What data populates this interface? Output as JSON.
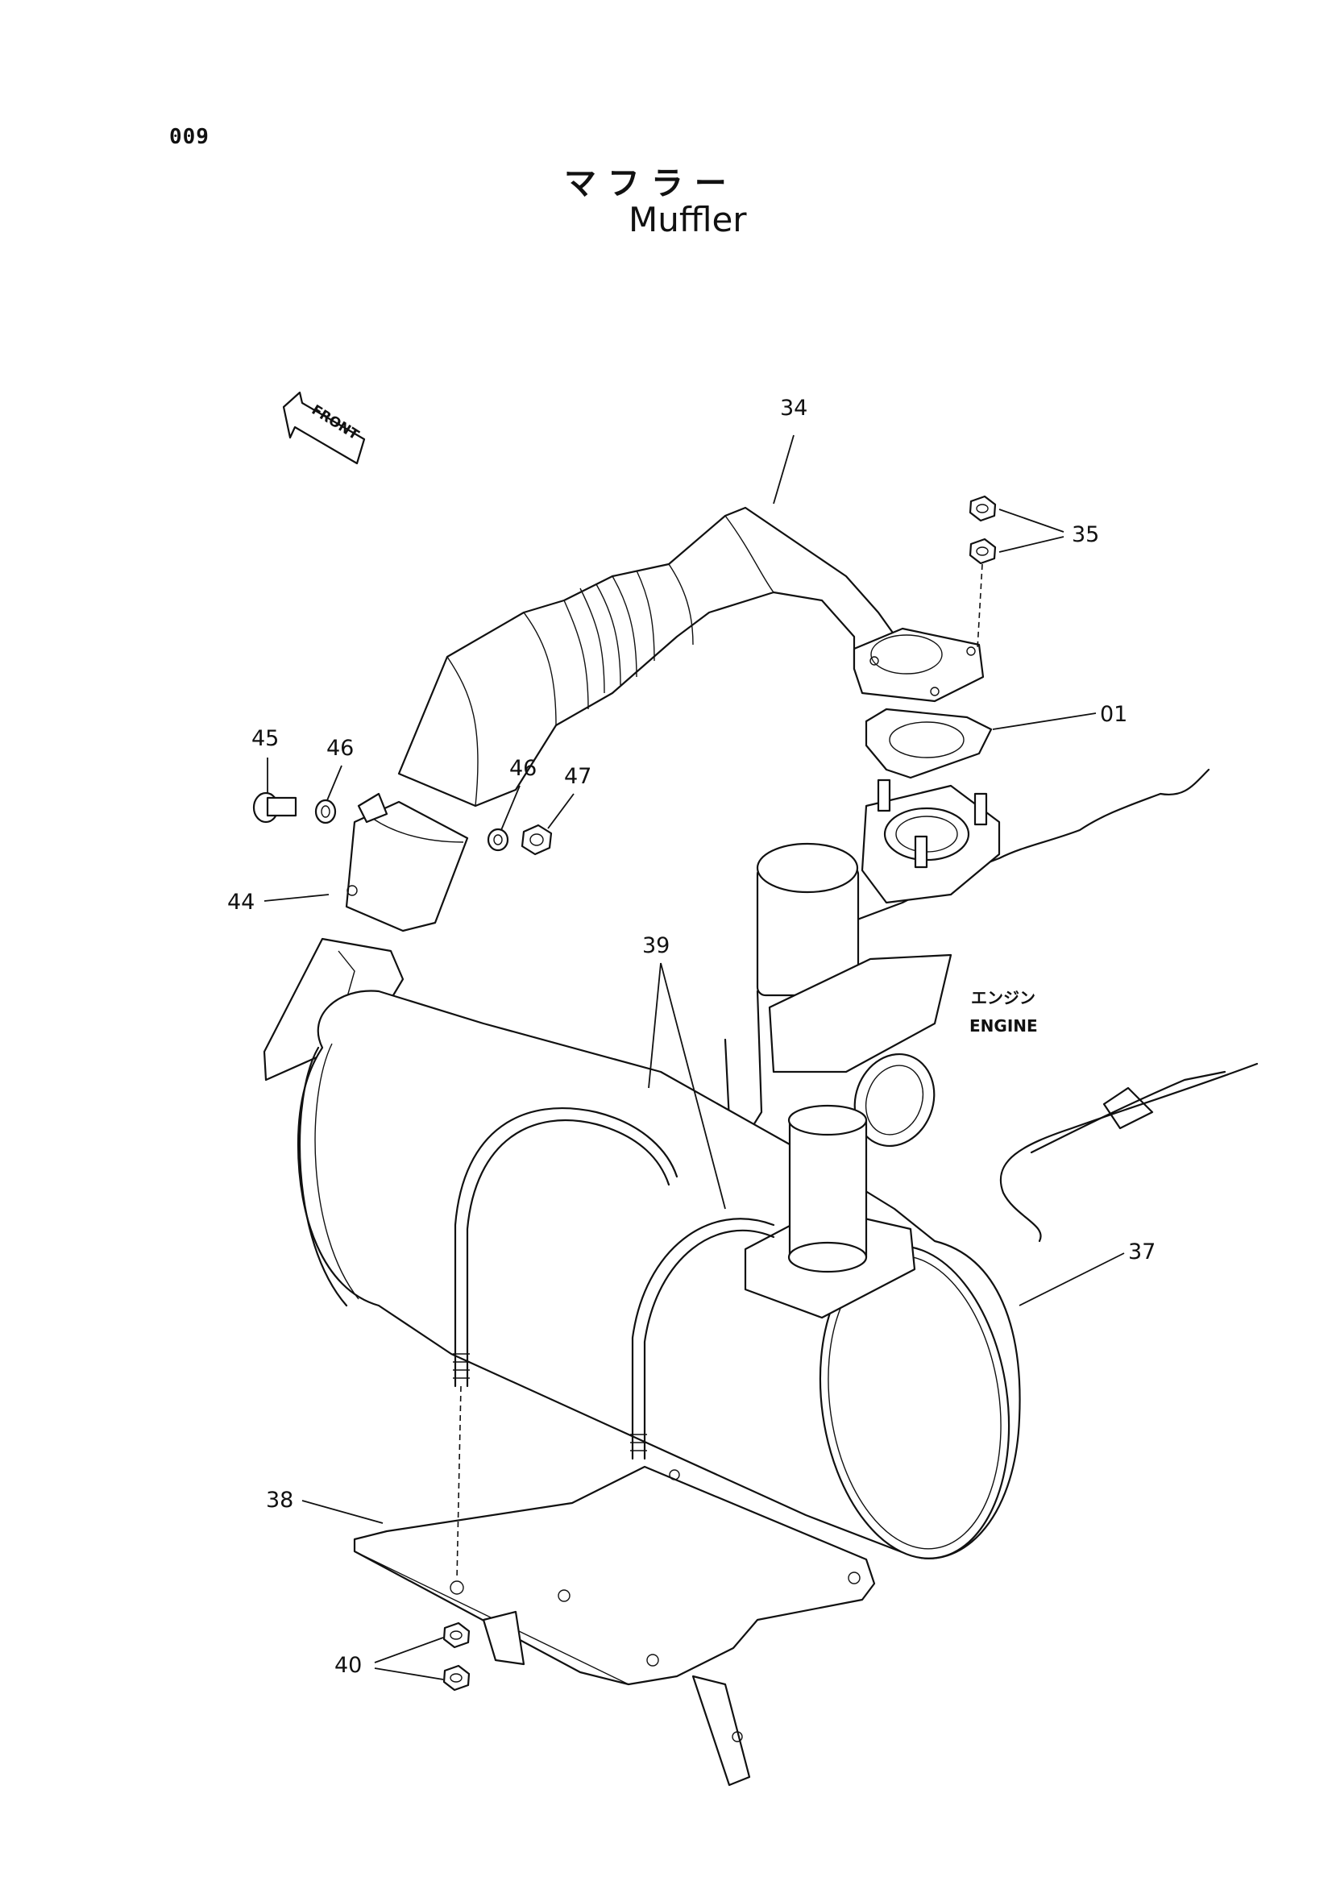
{
  "header": {
    "page_code": "009",
    "title_jp": "マ フ ラ ー",
    "title_en": "Muffler"
  },
  "diagram": {
    "front_marker": "FRONT",
    "engine_label_jp": "エンジン",
    "engine_label_en": "ENGINE",
    "callouts": {
      "p34": "34",
      "p35": "35",
      "p01": "01",
      "p45": "45",
      "p46a": "46",
      "p46b": "46",
      "p47": "47",
      "p44": "44",
      "p39": "39",
      "p37": "37",
      "p38": "38",
      "p40": "40"
    }
  }
}
